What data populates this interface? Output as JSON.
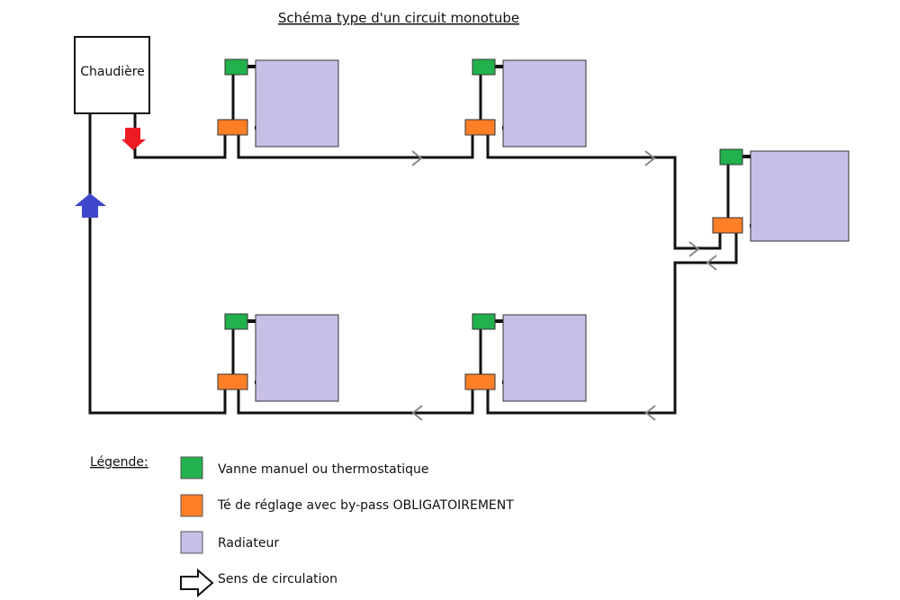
{
  "title": "Schéma type d'un circuit monotube",
  "boiler_label": "Chaudière",
  "legend": {
    "heading": "Légende:",
    "items": [
      {
        "key": "valve",
        "label": "Vanne manuel ou thermostatique",
        "color": "#22b14c"
      },
      {
        "key": "tee",
        "label": "Té de réglage avec by-pass OBLIGATOIREMENT",
        "color": "#ff7f27"
      },
      {
        "key": "radiator",
        "label": "Radiateur",
        "color": "#c8bfe7"
      },
      {
        "key": "flow",
        "label": "Sens de circulation"
      }
    ]
  },
  "colors": {
    "pipe": "#111111",
    "valve": "#22b14c",
    "tee": "#ff7f27",
    "radiator": "#c8bfe7",
    "supply_arrow": "#ed1c24",
    "return_arrow": "#3f48cc",
    "flow_chevron": "#888888"
  }
}
